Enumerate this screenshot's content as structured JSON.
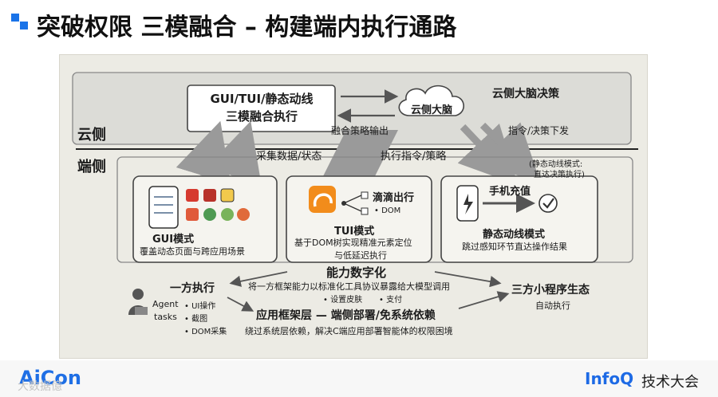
{
  "header": {
    "title": "突破权限 三模融合 – 构建端内执行通路"
  },
  "zones": {
    "cloud": "云侧",
    "device": "端侧"
  },
  "cloud": {
    "fusion_box": {
      "line1": "GUI/TUI/静态动线",
      "line2": "三模融合执行"
    },
    "brain": "云侧大脑",
    "brain_decision": "云侧大脑决策",
    "strategy_output": "融合策略输出",
    "command_down": "指令/决策下发"
  },
  "flows": {
    "collect": "采集数据/状态",
    "execute": "执行指令/策略"
  },
  "panels": {
    "gui": {
      "title": "GUI模式",
      "desc": "覆盖动态页面与跨应用场景"
    },
    "tui": {
      "app": "滴滴出行",
      "dom_tag": "• DOM",
      "title": "TUI模式",
      "desc1": "基于DOM树实现精准元素定位",
      "desc2": "与低延迟执行"
    },
    "static": {
      "note1": "(静态动线模式:",
      "note2": "直达决策执行)",
      "app": "手机充值",
      "title": "静态动线模式",
      "desc": "跳过感知环节直达操作结果"
    }
  },
  "capability": {
    "title": "能力数字化",
    "desc": "将一方框架能力以标准化工具协议暴露给大模型调用",
    "bullet1": "• 设置皮肤",
    "bullet2": "• 支付"
  },
  "first_party": {
    "title": "一方执行",
    "agent": "Agent",
    "tasks": "tasks",
    "items": [
      "• UI操作",
      "• 截图",
      "• DOM采集"
    ]
  },
  "third_party": {
    "title": "三方小程序生态",
    "sub": "自动执行"
  },
  "framework": {
    "title": "应用框架层 — 端侧部署/免系统依赖",
    "sub": "绕过系统层依赖，解决C端应用部署智能体的权限困境"
  },
  "footer": {
    "logo": "AiCon",
    "watermark": "大数据億",
    "infoq": "InfoQ",
    "conference": "技术大会"
  },
  "colors": {
    "accent": "#1a73e8",
    "aicon": "#1f6fe5",
    "infoq": "#1d6ae5",
    "didi": "#f28c1b",
    "sketch_bg": "#ecebe4"
  }
}
